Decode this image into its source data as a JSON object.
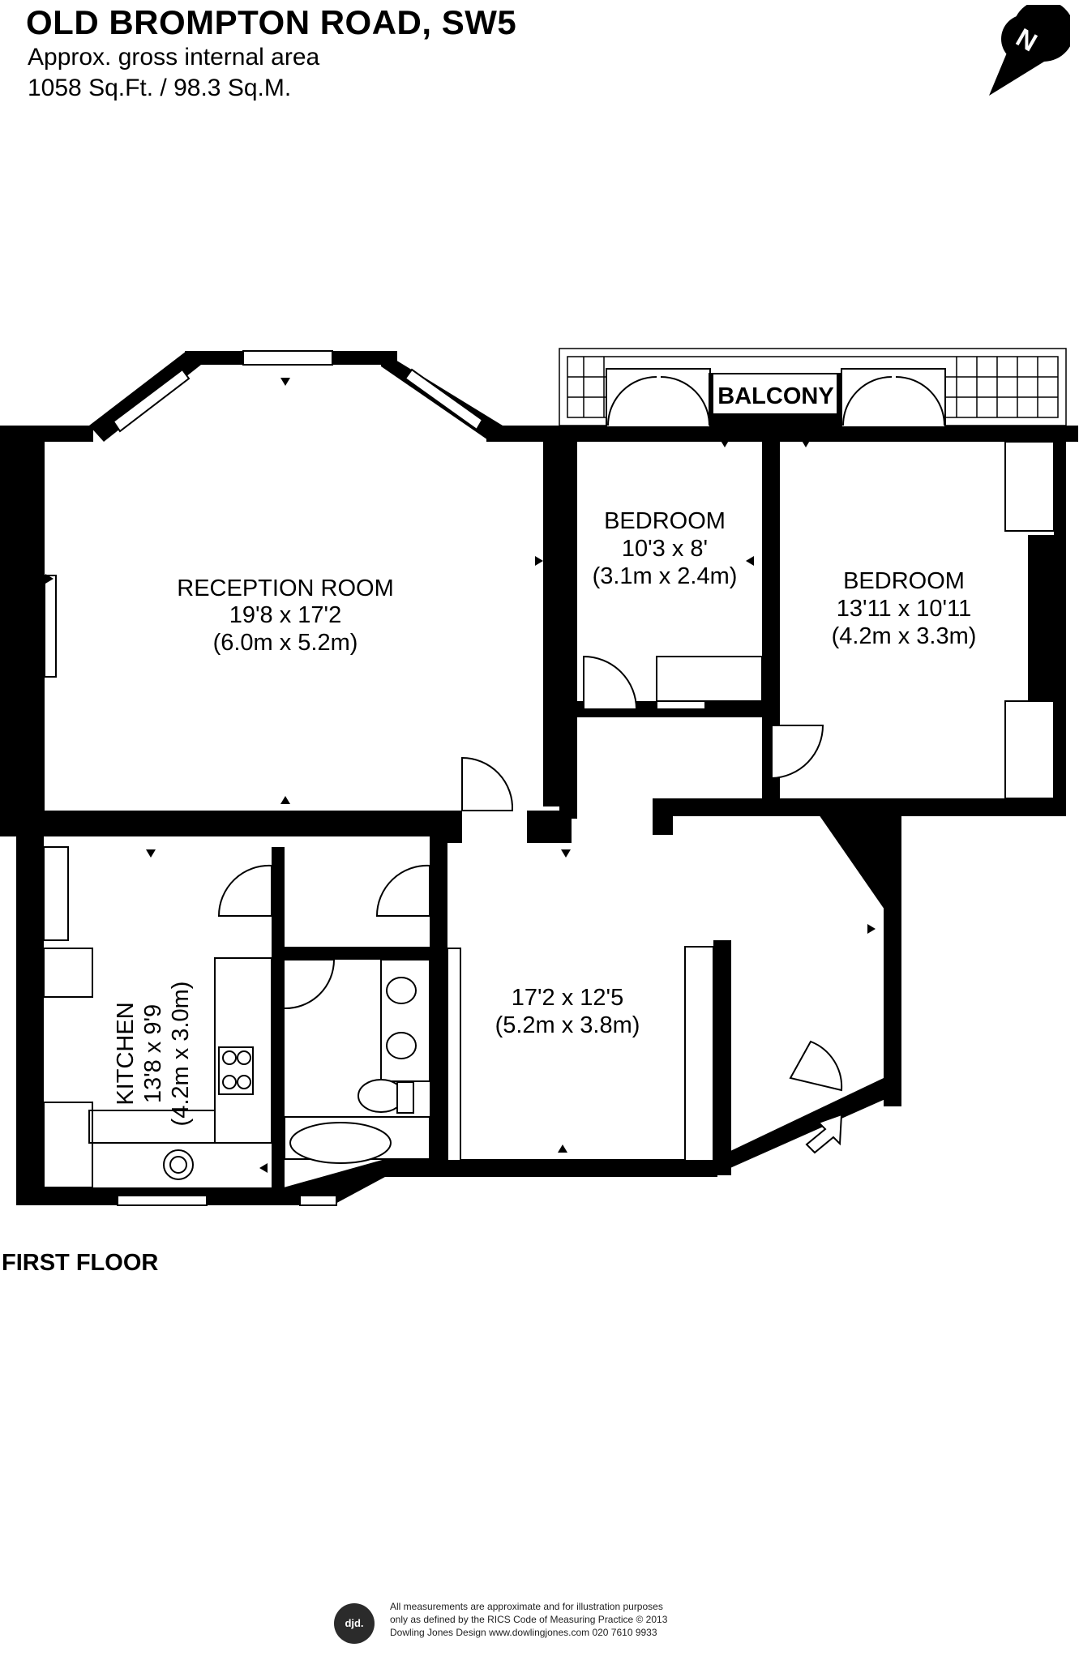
{
  "header": {
    "title": "OLD BROMPTON ROAD, SW5",
    "subtitle": "Approx. gross internal area",
    "area": "1058 Sq.Ft. / 98.3 Sq.M."
  },
  "compass": {
    "label": "N"
  },
  "rooms": {
    "reception": {
      "name": "RECEPTION ROOM",
      "dim_imperial": "19'8 x 17'2",
      "dim_metric": "(6.0m x 5.2m)"
    },
    "bedroom1": {
      "name": "BEDROOM",
      "dim_imperial": "10'3 x 8'",
      "dim_metric": "(3.1m x 2.4m)"
    },
    "bedroom2": {
      "name": "BEDROOM",
      "dim_imperial": "13'11 x 10'11",
      "dim_metric": "(4.2m x 3.3m)"
    },
    "balcony": {
      "name": "BALCONY"
    },
    "kitchen": {
      "name": "KITCHEN",
      "dim_imperial": "13'8 x 9'9",
      "dim_metric": "(4.2m x 3.0m)"
    },
    "hall": {
      "dim_imperial": "17'2 x 12'5",
      "dim_metric": "(5.2m x 3.8m)"
    }
  },
  "floor_label": "FIRST FLOOR",
  "footer": {
    "logo": "djd.",
    "disclaimer": [
      "All measurements are approximate and for illustration purposes",
      "only as defined by the RICS Code of Measuring Practice © 2013",
      "Dowling Jones Design www.dowlingjones.com 020 7610 9933"
    ]
  },
  "colors": {
    "wall": "#000000",
    "background": "#ffffff",
    "fixture": "#555555"
  }
}
